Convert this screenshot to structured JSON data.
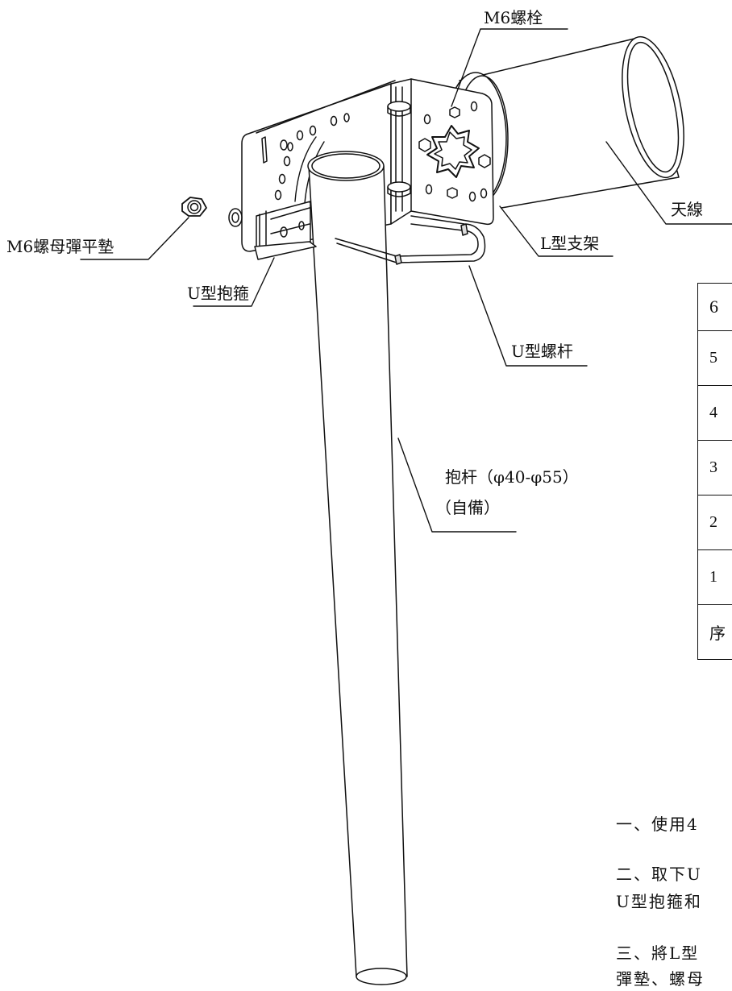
{
  "labels": {
    "bolt": "M6螺栓",
    "antenna": "天線",
    "nut": "M6螺母彈平墊",
    "l_bracket": "L型支架",
    "u_clamp": "U型抱箍",
    "u_bolt": "U型螺杆",
    "pole_line1": "抱杆（φ40-φ55）",
    "pole_line2": "（自備）"
  },
  "table": {
    "rows": [
      "6",
      "5",
      "4",
      "3",
      "2",
      "1",
      "序"
    ]
  },
  "notes": {
    "line1": "一、使用4",
    "line2a": "二、取下U",
    "line2b": "U型抱箍和",
    "line3a": "三、將L型",
    "line3b": "彈墊、螺母"
  }
}
